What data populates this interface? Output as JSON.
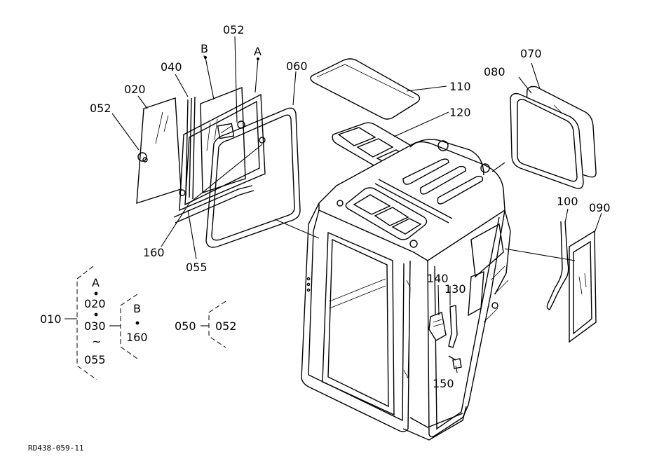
{
  "callouts": {
    "p020": "020",
    "p052a": "052",
    "p040": "040",
    "pB": "B",
    "p052b": "052",
    "pA": "A",
    "p060": "060",
    "p110": "110",
    "p120": "120",
    "p080": "080",
    "p070": "070",
    "p100": "100",
    "p090": "090",
    "p140": "140",
    "p130": "130",
    "p150": "150",
    "p160": "160",
    "p055": "055"
  },
  "legend": {
    "g010": "010",
    "gA": "A",
    "g020": "020",
    "g030": "030",
    "gTilde": "~",
    "g055": "055",
    "gB": "B",
    "g160": "160",
    "g050": "050",
    "g052": "052"
  },
  "drawing_code": "RD438-059-11"
}
